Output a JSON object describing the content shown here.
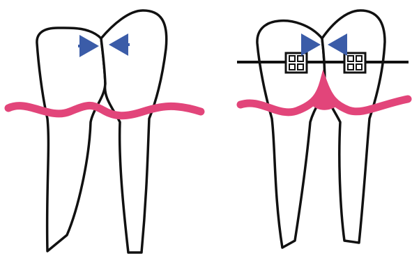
{
  "colors": {
    "background": "#ffffff",
    "outline": "#111111",
    "gum": "#e2457a",
    "arrow": "#3b5ca8",
    "wire": "#111111"
  },
  "panels": [
    {
      "id": "before",
      "teeth": 2,
      "contact_arrows": true,
      "braces": false
    },
    {
      "id": "after",
      "teeth": 2,
      "contact_arrows": true,
      "braces": true,
      "bracket_count": 2
    }
  ]
}
